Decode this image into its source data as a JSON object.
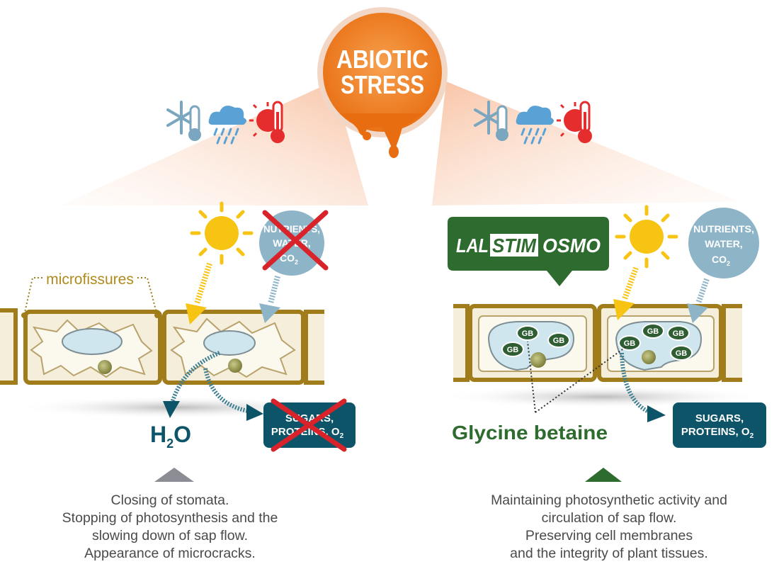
{
  "title": {
    "line1": "ABIOTIC",
    "line2": "STRESS"
  },
  "weather_icons": [
    "snowflake-thermometer-icon",
    "rain-cloud-icon",
    "hot-sun-thermometer-icon"
  ],
  "left": {
    "microfissures_label": "microfissures",
    "inputs_label": {
      "line1": "NUTRIENTS,",
      "line2": "WATER,",
      "line3": "CO",
      "sub": "2"
    },
    "h2o": {
      "h": "H",
      "sub": "2",
      "o": "O"
    },
    "outputs_label": {
      "line1": "SUGARS,",
      "line2": "PROTEINS, O",
      "sub": "2"
    },
    "caption": [
      "Closing of stomata.",
      "Stopping of photosynthesis and the",
      "slowing down of sap flow.",
      "Appearance of microcracks."
    ]
  },
  "right": {
    "brand": {
      "part1": "LAL",
      "part2": "STIM",
      "part3": "OSMO"
    },
    "inputs_label": {
      "line1": "NUTRIENTS,",
      "line2": "WATER,",
      "line3": "CO",
      "sub": "2"
    },
    "gb_label": "GB",
    "glycine_label": "Glycine betaine",
    "outputs_label": {
      "line1": "SUGARS,",
      "line2": "PROTEINS, O",
      "sub": "2"
    },
    "caption": [
      "Maintaining photosynthetic activity and",
      "circulation of sap flow.",
      "Preserving cell membranes",
      "and the integrity of plant tissues."
    ]
  },
  "colors": {
    "orange": "#ee7d1c",
    "cell_border": "#a07c1a",
    "cell_fill": "#f4eedb",
    "vacuole": "#cfe6ef",
    "sun": "#f7c414",
    "input_circle": "#8eb4c8",
    "output_box": "#0d5469",
    "cross": "#d8232a",
    "green": "#2e6b2e",
    "gb_fill": "#2f5e33"
  }
}
